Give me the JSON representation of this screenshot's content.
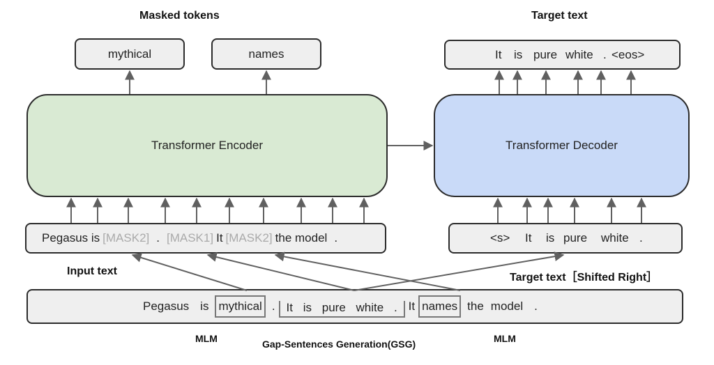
{
  "titles": {
    "masked_tokens": "Masked tokens",
    "target_text": "Target text",
    "input_text": "Input text",
    "target_shifted": "Target text［Shifted Right］"
  },
  "masked_outputs": [
    "mythical",
    "names"
  ],
  "decoder_output": {
    "tokens": [
      "It",
      "is",
      "pure",
      "white",
      ".",
      "<eos>"
    ]
  },
  "encoder": {
    "label": "Transformer Encoder",
    "color": "#d9ead3"
  },
  "decoder": {
    "label": "Transformer Decoder",
    "color": "#c9daf8"
  },
  "encoder_input": {
    "segments": [
      {
        "text": "Pegasus is",
        "masked": false
      },
      {
        "text": "[MASK2]",
        "masked": true
      },
      {
        "text": ".",
        "masked": false
      },
      {
        "text": "[MASK1]",
        "masked": true
      },
      {
        "text": "It",
        "masked": false
      },
      {
        "text": "[MASK2]",
        "masked": true
      },
      {
        "text": "the model",
        "masked": false
      },
      {
        "text": ".",
        "masked": false
      }
    ]
  },
  "decoder_input": {
    "tokens": [
      "<s>",
      "It",
      "is",
      "pure",
      "white",
      "."
    ]
  },
  "source_sentence": {
    "pre": [
      "Pegasus",
      "is"
    ],
    "mlm1": "mythical",
    "dot1": ".",
    "gsg": [
      "It",
      "is",
      "pure",
      "white",
      "."
    ],
    "mid": "It",
    "mlm2": "names",
    "post": [
      "the",
      "model",
      "."
    ]
  },
  "bottom_labels": {
    "mlm_left": "MLM",
    "gsg": "Gap-Sentences Generation(GSG)",
    "mlm_right": "MLM"
  },
  "colors": {
    "encoder_fill": "#d9ead3",
    "decoder_fill": "#c9daf8",
    "token_box_fill": "#efefef",
    "mask_text": "#aaaaaa",
    "arrow": "#606060"
  }
}
